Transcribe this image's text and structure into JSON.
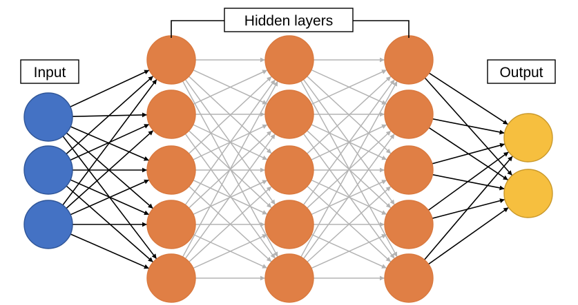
{
  "labels": {
    "input": "Input",
    "hidden": "Hidden layers",
    "output": "Output"
  },
  "layers": [
    {
      "name": "input",
      "nodes": 3
    },
    {
      "name": "hidden-1",
      "nodes": 5
    },
    {
      "name": "hidden-2",
      "nodes": 5
    },
    {
      "name": "hidden-3",
      "nodes": 5
    },
    {
      "name": "output",
      "nodes": 2
    }
  ],
  "colors": {
    "input_fill": "#4472C4",
    "input_stroke": "#2F5597",
    "hidden_fill": "#E07F45",
    "hidden_stroke": "#D9793F",
    "output_fill": "#F6BF3F",
    "output_stroke": "#C9982A",
    "edge_black": "#000000",
    "edge_gray": "#B3B3B3"
  }
}
